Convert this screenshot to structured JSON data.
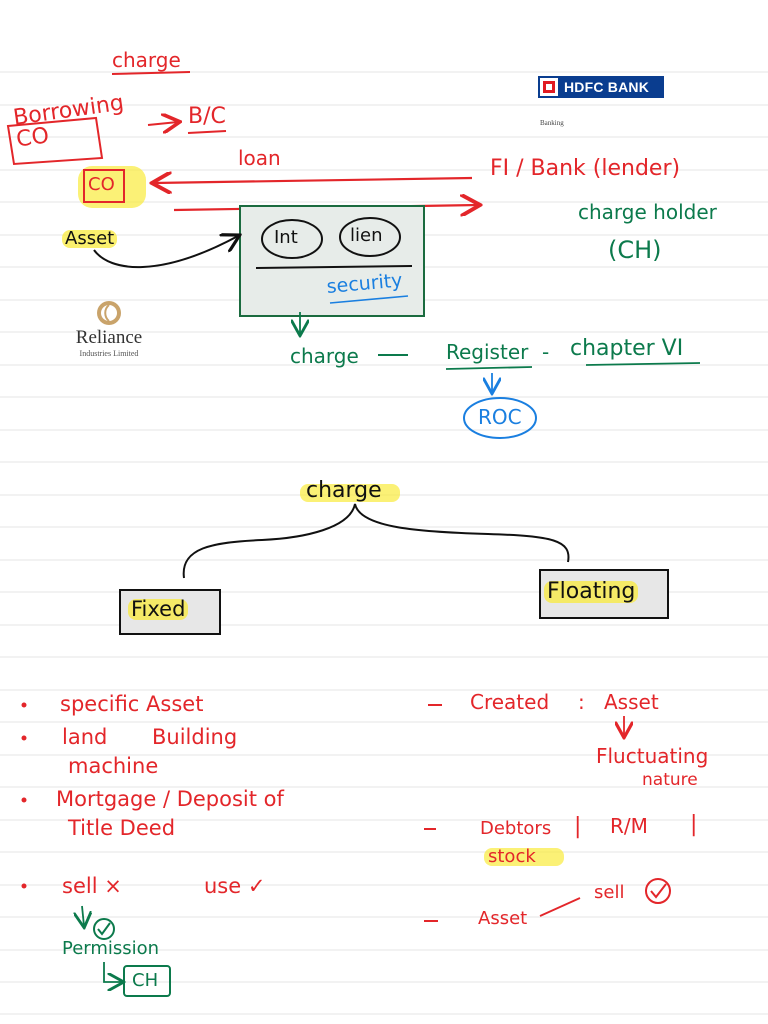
{
  "logos": {
    "hdfc": "HDFC BANK",
    "hdfc_sub": "Banking",
    "reliance": "Reliance",
    "reliance_sub": "Industries Limited"
  },
  "diagram": {
    "title": "charge",
    "borrowing_co": "Borrowing CO",
    "bc": "B/C",
    "co": "CO",
    "loan": "loan",
    "lender": "FI / Bank (lender)",
    "charge_holder": "charge holder",
    "ch": "(CH)",
    "asset": "Asset",
    "int": "Int",
    "lien": "lien",
    "security": "security",
    "charge_label": "charge",
    "register": "Register",
    "chapter": "chapter VI",
    "roc": "ROC"
  },
  "tree": {
    "root": "charge",
    "left": "Fixed",
    "right": "Floating"
  },
  "fixed_notes": {
    "n1": "specific Asset",
    "n2a": "land",
    "n2b": "Building",
    "n2c": "machine",
    "n3a": "Mortgage / Deposit of",
    "n3b": "Title Deed",
    "n4a": "sell ×",
    "n4b": "use ✓",
    "permission": "Permission",
    "ch": "CH"
  },
  "floating_notes": {
    "n1a": "Created",
    "n1b": "Asset",
    "n1c": "Fluctuating",
    "n1d": "nature",
    "n2a": "Debtors",
    "n2b": "R/M",
    "n2c": "stock",
    "n3a": "Asset",
    "n3b": "sell"
  }
}
